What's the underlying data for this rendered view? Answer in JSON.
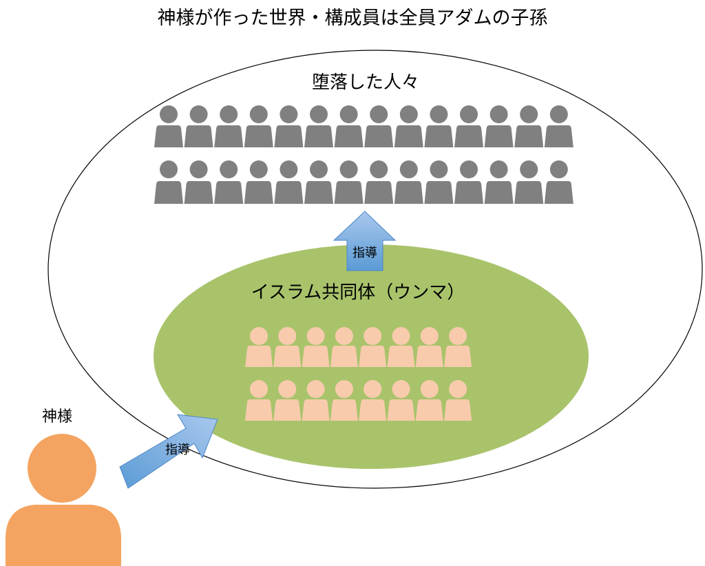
{
  "title": "神様が作った世界・構成員は全員アダムの子孫",
  "fallen_label": "堕落した人々",
  "community_label": "イスラム共同体（ウンマ）",
  "god_label": "神様",
  "guidance_arrow_up_label": "指導",
  "guidance_arrow_diag_label": "指導",
  "colors": {
    "fallen_people": "#808080",
    "community_people": "#f8cbad",
    "community_fill": "#a9c36b",
    "god_person": "#f4a460",
    "arrow_fill_top": "#a9c8ee",
    "arrow_fill_bottom": "#5b9bd5",
    "outline": "#000000"
  },
  "groups": {
    "fallen": {
      "rows": 2,
      "per_row": 14
    },
    "community": {
      "rows": 2,
      "per_row": 8
    }
  }
}
